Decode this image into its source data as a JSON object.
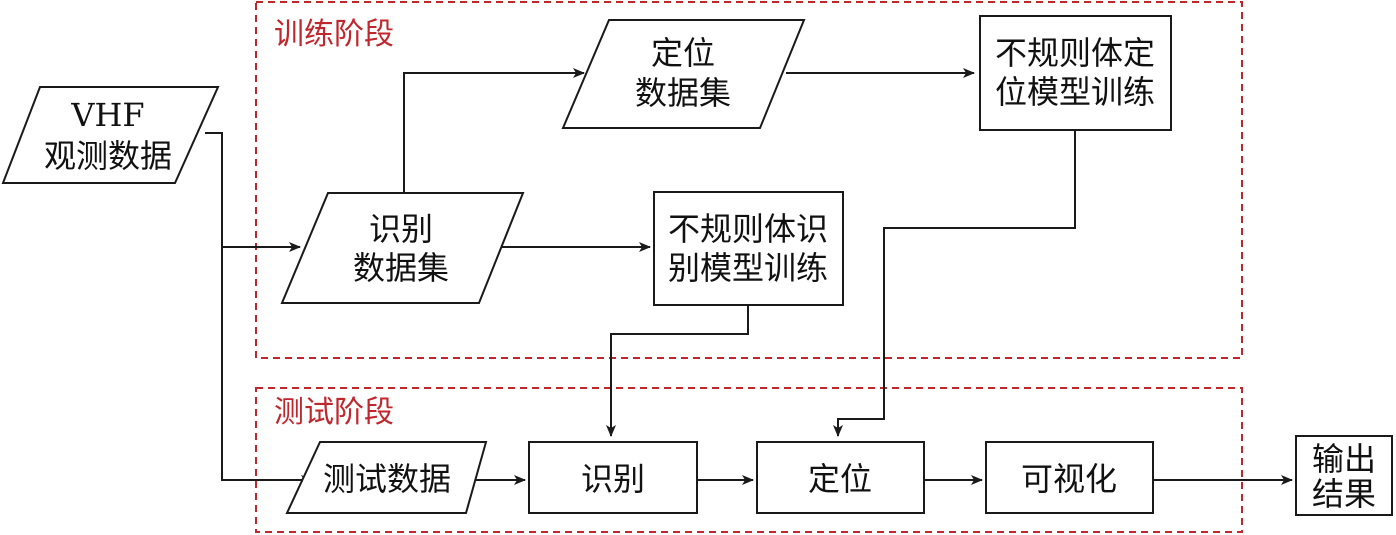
{
  "stages": {
    "training": {
      "title": "训练阶段"
    },
    "testing": {
      "title": "测试阶段"
    }
  },
  "nodes": {
    "vhf_data": {
      "line1": "VHF",
      "line2": "观测数据"
    },
    "localization_dataset": {
      "line1": "定位",
      "line2": "数据集"
    },
    "identification_dataset": {
      "line1": "识别",
      "line2": "数据集"
    },
    "localization_training": {
      "line1": "不规则体定",
      "line2": "位模型训练"
    },
    "identification_training": {
      "line1": "不规则体识",
      "line2": "别模型训练"
    },
    "test_data": {
      "label": "测试数据"
    },
    "identify": {
      "label": "识别"
    },
    "locate": {
      "label": "定位"
    },
    "visualize": {
      "label": "可视化"
    },
    "output": {
      "line1": "输出",
      "line2": "结果"
    }
  },
  "colors": {
    "stage_border": "#c0272d",
    "stroke": "#1a1a1a"
  }
}
